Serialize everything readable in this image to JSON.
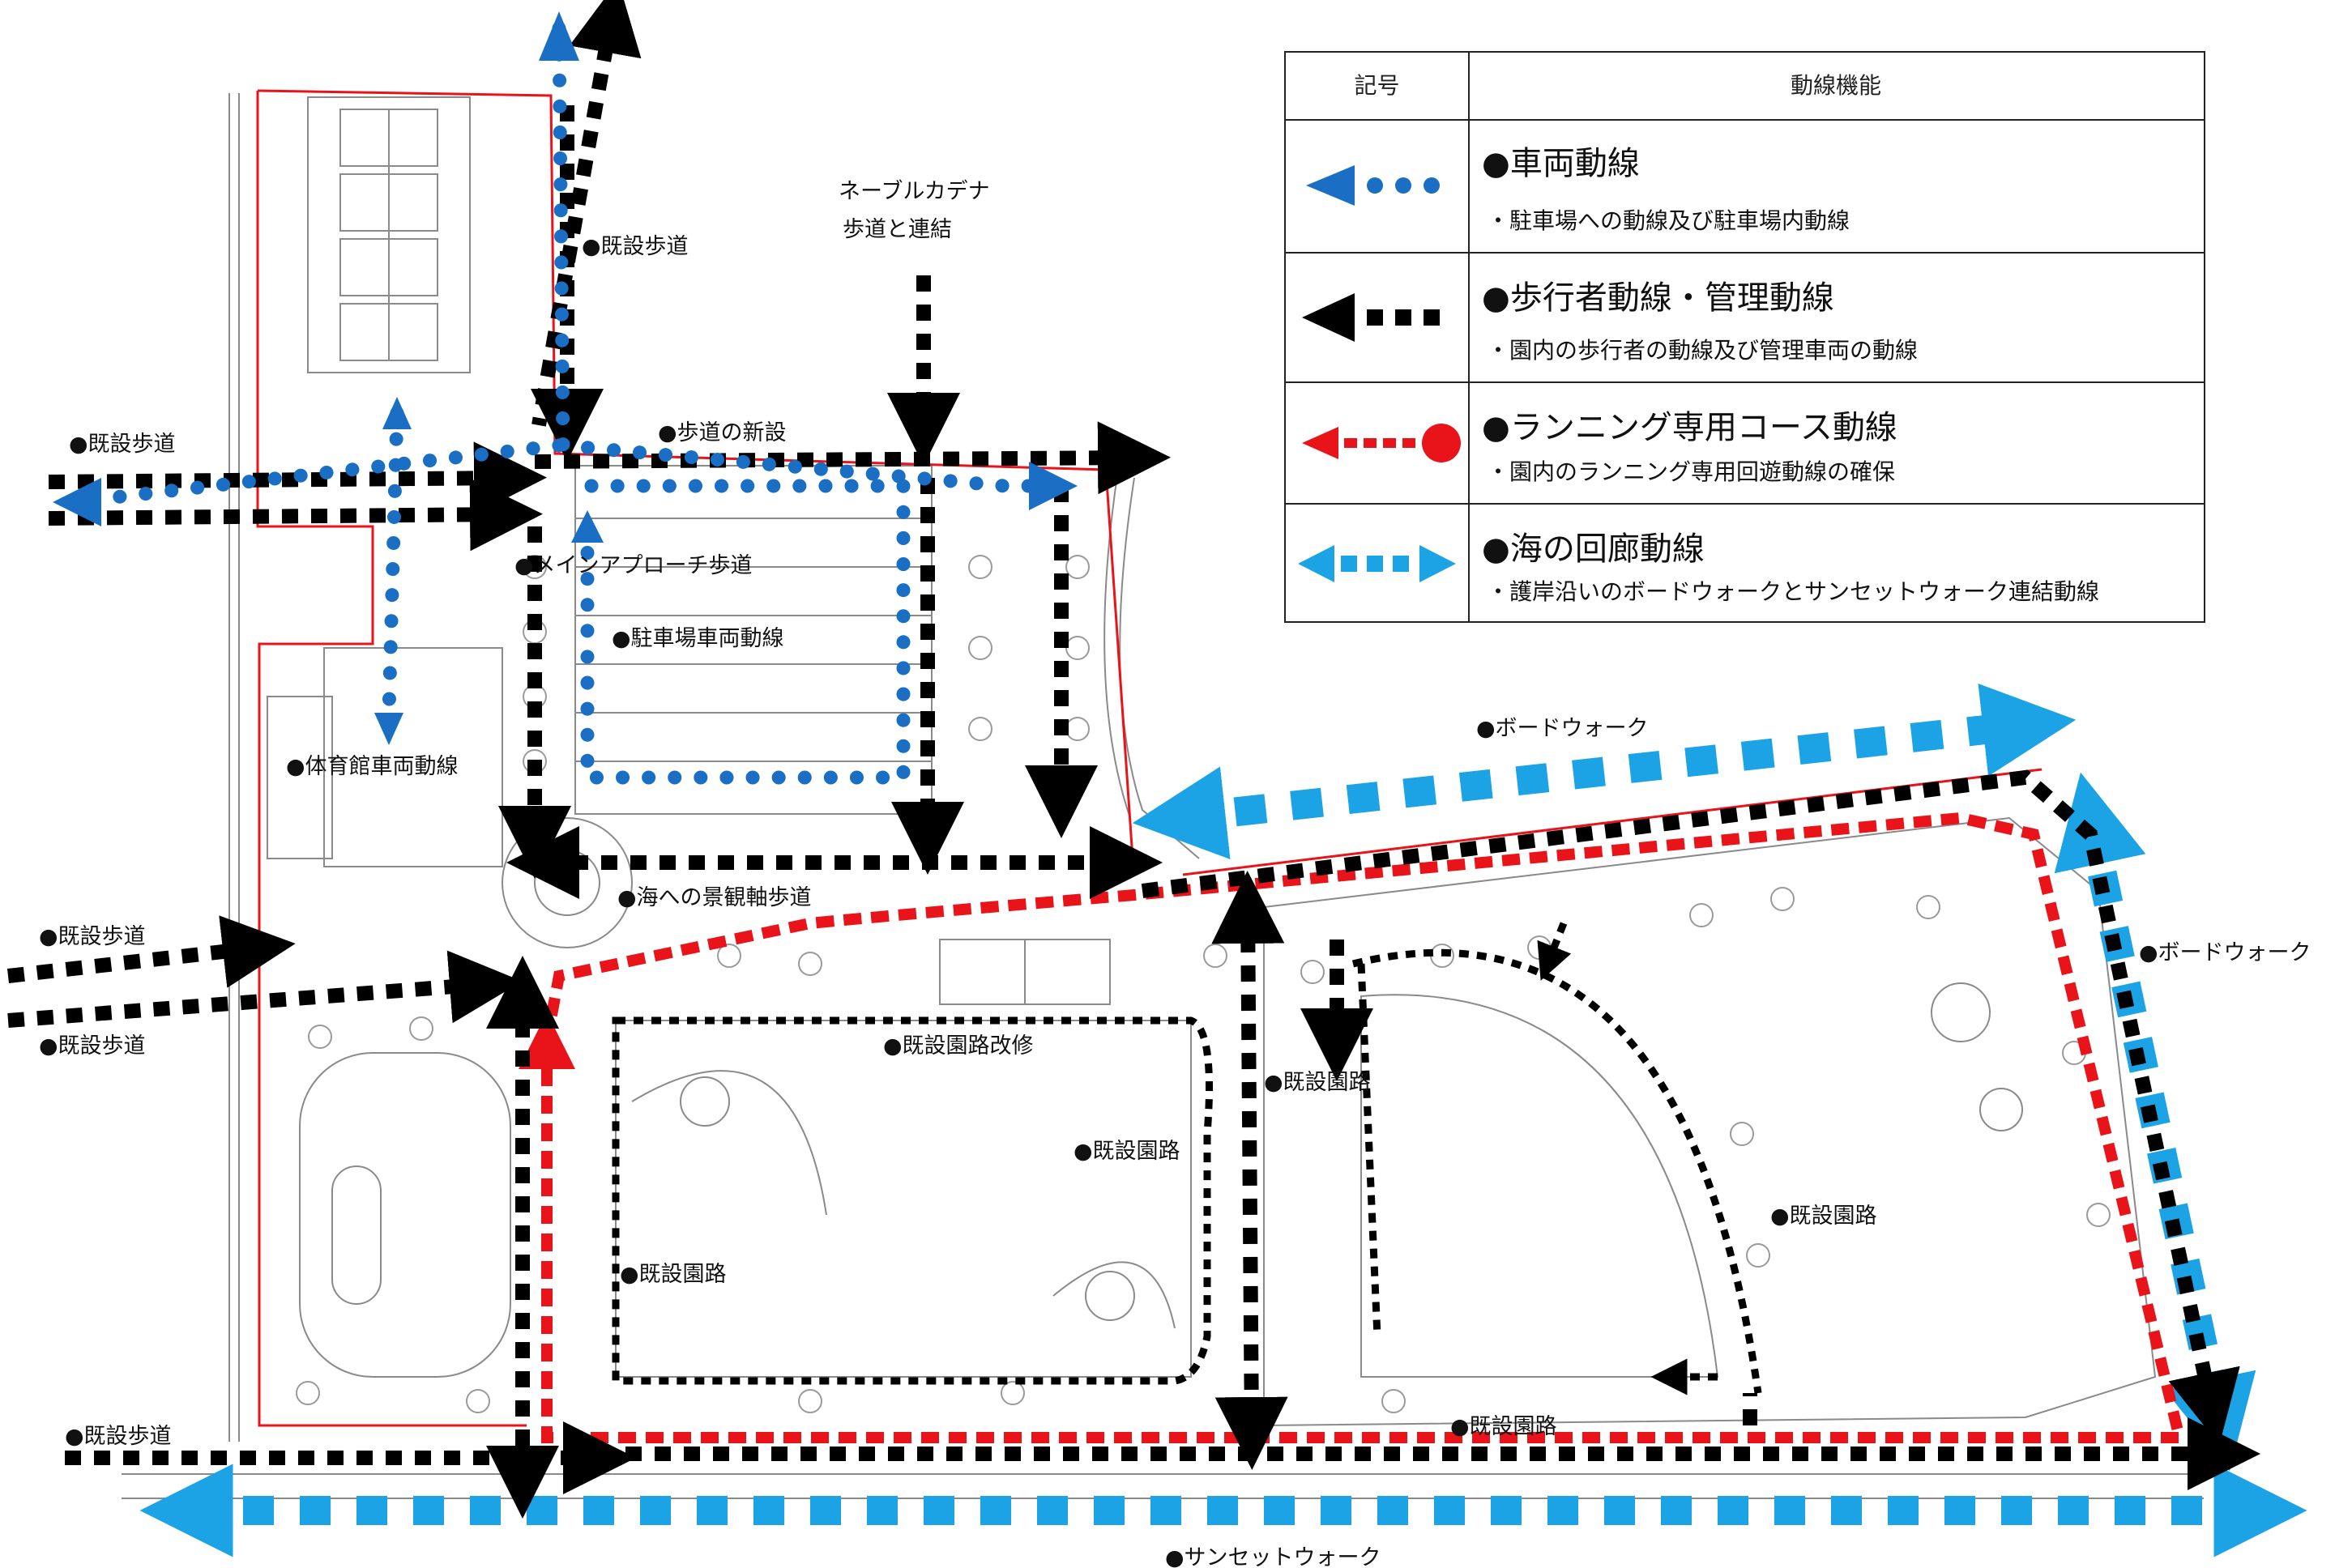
{
  "legend": {
    "header_symbol": "記号",
    "header_function": "動線機能",
    "rows": [
      {
        "title": "●車両動線",
        "desc": "・駐車場への動線及び駐車場内動線",
        "color": "#1a6fc4",
        "style": "blue-dots"
      },
      {
        "title": "●歩行者動線・管理動線",
        "desc": "・園内の歩行者の動線及び管理車両の動線",
        "color": "#000000",
        "style": "black-dash"
      },
      {
        "title": "●ランニング専用コース動線",
        "desc": "・園内のランニング専用回遊動線の確保",
        "color": "#e8141a",
        "style": "red-dash"
      },
      {
        "title": "●海の回廊動線",
        "desc": "・護岸沿いのボードウォークとサンセットウォーク連結動線",
        "color": "#1ba3e6",
        "style": "cyan-dash"
      }
    ]
  },
  "labels": {
    "existing_walk_top": "●既設歩道",
    "neeble_1": "ネーブルカデナ",
    "neeble_2": "歩道と連結",
    "new_walk": "●歩道の新設",
    "existing_walk_left": "●既設歩道",
    "main_approach": "●メインアプローチ歩道",
    "parking_lane": "●駐車場車両動線",
    "gym_lane": "●体育館車両動線",
    "boardwalk_top": "●ボードウォーク",
    "existing_walk_left2": "●既設歩道",
    "existing_walk_left3": "●既設歩道",
    "sea_view_axis": "●海への景観軸歩道",
    "path_renovation": "●既設園路改修",
    "park_path_1": "●既設園路",
    "park_path_2": "●既設園路",
    "boardwalk_right": "●ボードウォーク",
    "park_path_3": "●既設園路",
    "park_path_4": "●既設園路",
    "park_path_5": "●既設園路",
    "existing_walk_bottom": "●既設歩道",
    "sunset_walk": "●サンセットウォーク"
  },
  "colors": {
    "vehicle": "#1a6fc4",
    "pedestrian": "#000000",
    "running": "#e8141a",
    "sea": "#1ba3e6",
    "boundary": "#e8141a"
  }
}
